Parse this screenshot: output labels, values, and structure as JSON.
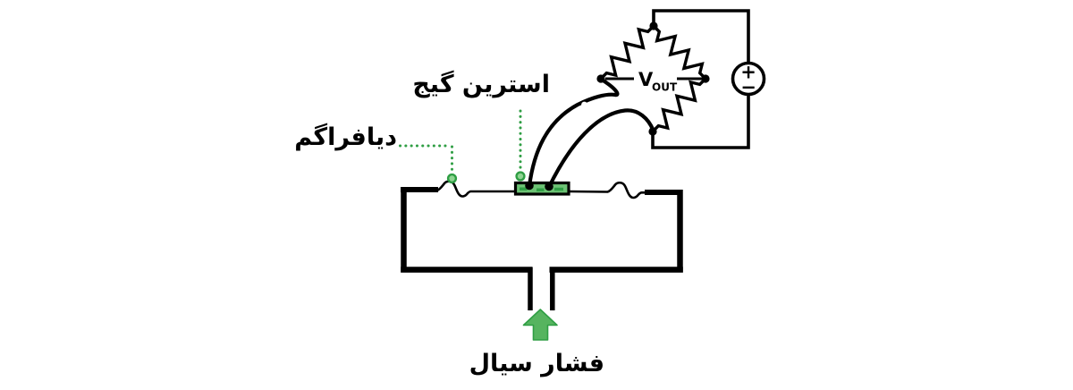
{
  "diagram": {
    "labels": {
      "strain_gauge": "استرین گیج",
      "diaphragm": "دیافراگم",
      "fluid_pressure": "فشار سیال"
    },
    "bridge": {
      "vout_main": "V",
      "vout_sub": "OUT",
      "source_plus": "+",
      "source_minus": "−"
    },
    "colors": {
      "circuit_ink": "#000000",
      "green": "#56b45f",
      "green_dark": "#2f9e44",
      "gauge_fill": "#6cc274"
    },
    "icons": {
      "fluid_pressure_arrow": "arrow-up-icon",
      "diaphragm_pointer": "leader-dot-icon",
      "strain_gauge_pointer": "leader-dot-icon",
      "voltage_source": "dc-source-icon"
    }
  }
}
